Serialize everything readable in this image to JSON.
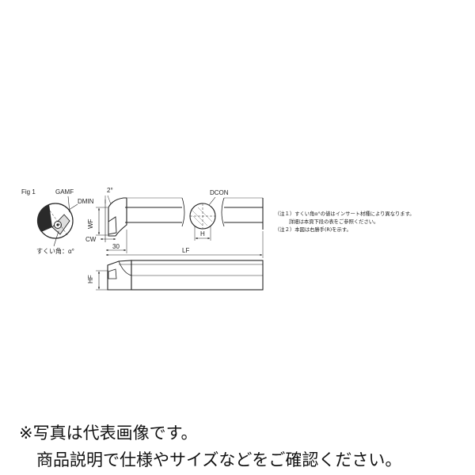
{
  "figure": {
    "fig_label": "Fig 1",
    "labels": {
      "gamf": "GAMF",
      "dmin": "DMIN",
      "angle": "2°",
      "dcon": "DCON",
      "wf": "WF",
      "cw": "CW",
      "h": "H",
      "thirty": "30",
      "lf": "LF",
      "hf": "HF",
      "rake_angle": "すくい角：α°"
    },
    "notes": [
      "（注１）すくい角α°の値はインサート材種により異なります。",
      "詳細は本頁下段の表をご参照ください。",
      "（注２）本図は右勝手(R)を示す。"
    ]
  },
  "footer": {
    "line1": "※写真は代表画像です。",
    "line2": "商品説明で仕様やサイズなどをご確認ください。"
  }
}
